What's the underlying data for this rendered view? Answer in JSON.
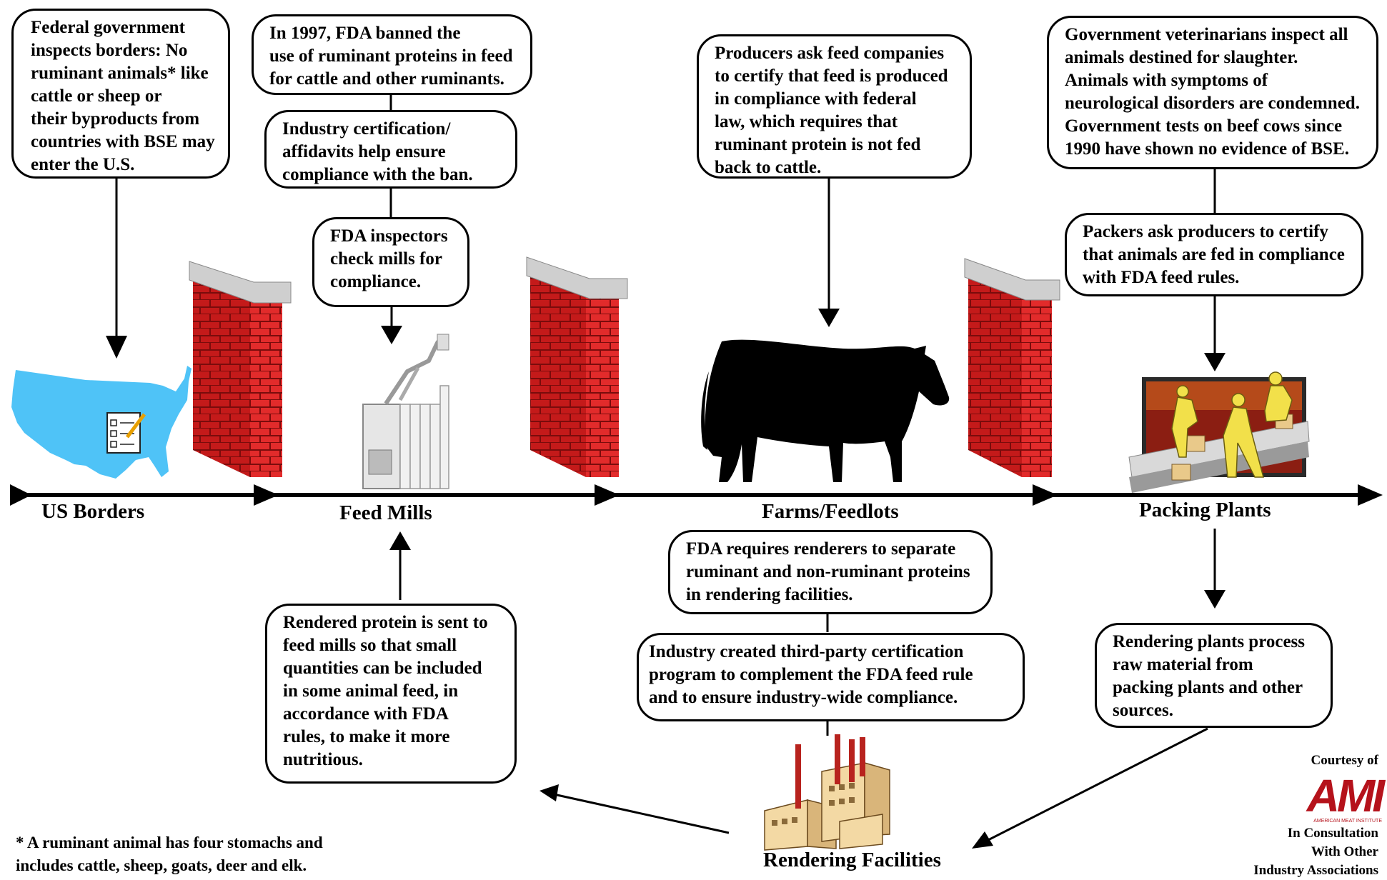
{
  "boxes": {
    "borders": "Federal government\ninspects borders: No\nruminant animals* like\ncattle or sheep or\ntheir byproducts from\ncountries with BSE may\nenter the U.S.",
    "fda_ban": "In 1997, FDA banned the\nuse of ruminant proteins in feed\nfor cattle and other ruminants.",
    "industry_cert": "Industry certification/\naffidavits help ensure\ncompliance with the ban.",
    "fda_inspectors": "FDA inspectors\ncheck mills for\ncompliance.",
    "producers_ask": "Producers ask feed companies\nto certify that feed is produced\nin compliance with federal\nlaw, which requires that\nruminant protein is not fed\nback to cattle.",
    "gov_vets": "Government veterinarians inspect all\nanimals destined for slaughter.\nAnimals with symptoms of\nneurological disorders are condemned.\nGovernment tests on beef cows since\n1990 have shown no evidence of BSE.",
    "packers_ask": "Packers ask producers to certify\nthat animals are fed in compliance\nwith FDA feed rules.",
    "rendered_protein": "Rendered protein is sent to\nfeed mills so that small\nquantities can be included\nin some animal feed, in\naccordance with FDA\nrules, to make it more\nnutritious.",
    "fda_renderers": "FDA requires renderers to separate\nruminant and non-ruminant proteins\nin rendering facilities.",
    "third_party": "Industry created third-party certification\nprogram to complement the FDA feed rule\nand to ensure industry-wide compliance.",
    "rendering_plants": "Rendering plants process\nraw material from\npacking plants and other\nsources."
  },
  "stages": {
    "us_borders": "US Borders",
    "feed_mills": "Feed Mills",
    "farms": "Farms/Feedlots",
    "packing": "Packing Plants",
    "rendering": "Rendering Facilities"
  },
  "footnote": "* A ruminant animal has four stomachs and\nincludes cattle, sheep, goats, deer and elk.",
  "credit": {
    "courtesy": "Courtesy of",
    "logo": "AMI",
    "logo_sub": "AMERICAN MEAT INSTITUTE",
    "consult": "In Consultation\nWith Other\nIndustry Associations"
  },
  "icons": [
    "us-map-icon",
    "checklist-icon",
    "brick-wall-icon",
    "feed-mill-icon",
    "cow-icon",
    "packing-workers-icon",
    "factory-icon"
  ],
  "colors": {
    "map": "#4fc3f7",
    "brick": "#c41a1a",
    "logo": "#b5121b"
  }
}
